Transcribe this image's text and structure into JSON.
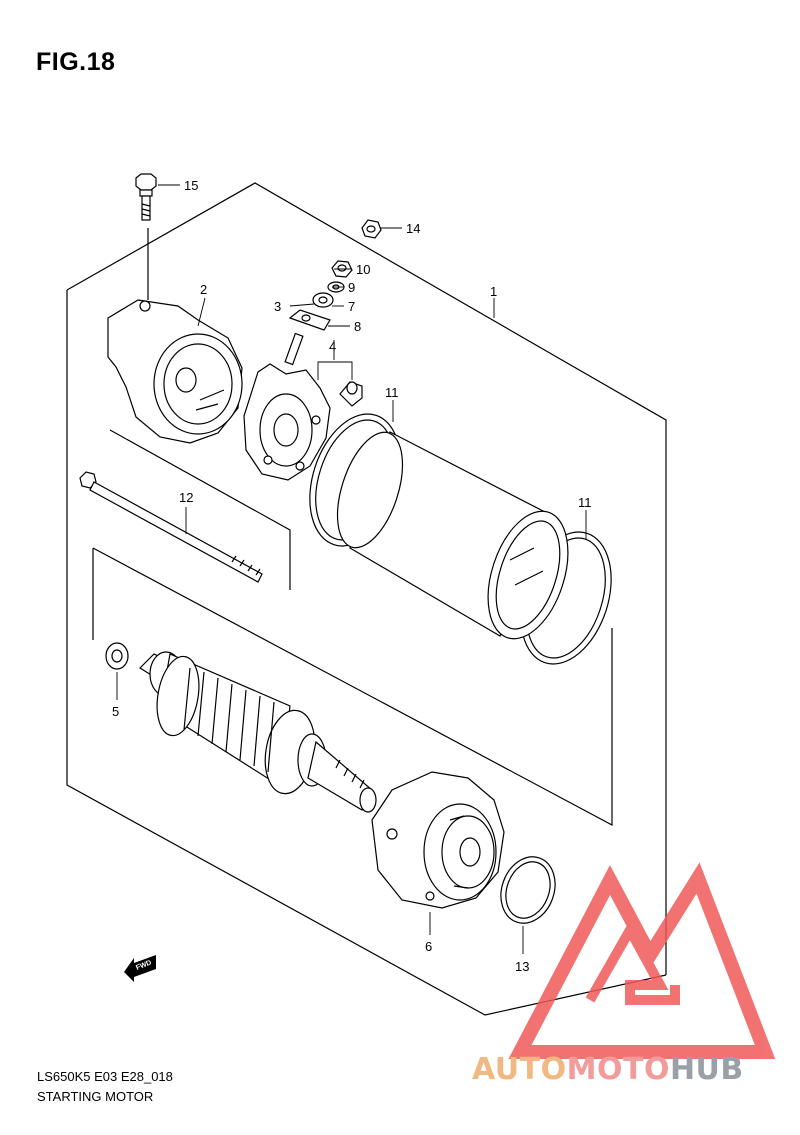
{
  "figure": {
    "title": "FIG.18",
    "model_code": "LS650K5 E03 E28_018",
    "caption": "STARTING MOTOR"
  },
  "parts": [
    {
      "id": "1",
      "label": "1"
    },
    {
      "id": "2",
      "label": "2"
    },
    {
      "id": "3",
      "label": "3"
    },
    {
      "id": "4",
      "label": "4"
    },
    {
      "id": "5",
      "label": "5"
    },
    {
      "id": "6",
      "label": "6"
    },
    {
      "id": "7",
      "label": "7"
    },
    {
      "id": "8",
      "label": "8"
    },
    {
      "id": "9",
      "label": "9"
    },
    {
      "id": "10",
      "label": "10"
    },
    {
      "id": "11a",
      "label": "11"
    },
    {
      "id": "11b",
      "label": "11"
    },
    {
      "id": "12",
      "label": "12"
    },
    {
      "id": "13",
      "label": "13"
    },
    {
      "id": "14",
      "label": "14"
    },
    {
      "id": "15",
      "label": "15"
    }
  ],
  "direction_marker": "FWD",
  "watermark": {
    "part1": "AUTO",
    "part2": "MOTO",
    "part3": "HUB",
    "logo_color": "#f05a5a"
  }
}
